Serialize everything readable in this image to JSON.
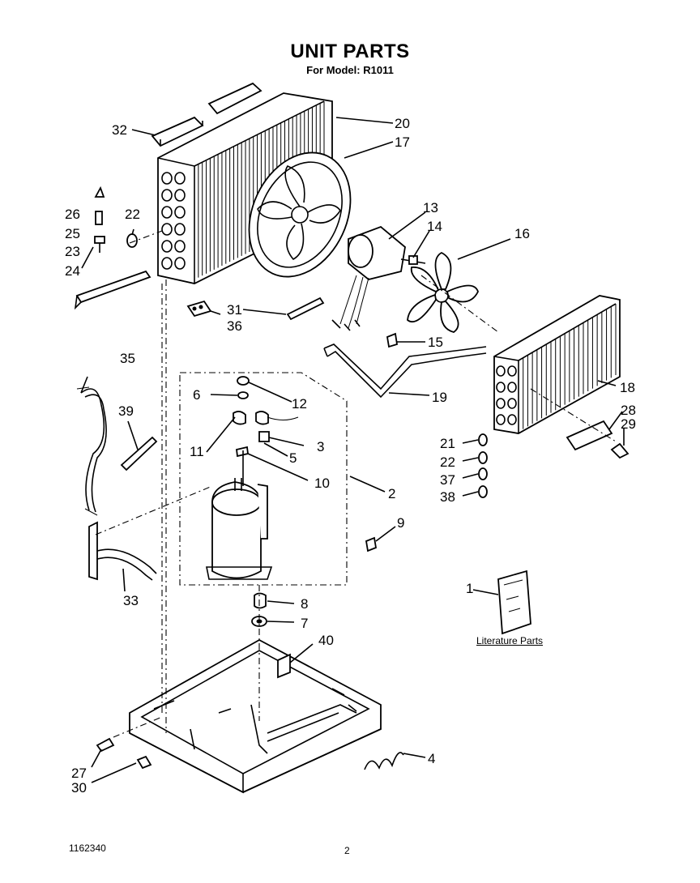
{
  "header": {
    "title": "UNIT PARTS",
    "subtitle": "For Model: R1011"
  },
  "footer": {
    "doc_number": "1162340",
    "page_number": "2"
  },
  "literature_label": "Literature Parts",
  "callouts": [
    {
      "id": "c1",
      "label": "1"
    },
    {
      "id": "c2",
      "label": "2"
    },
    {
      "id": "c3",
      "label": "3"
    },
    {
      "id": "c4",
      "label": "4"
    },
    {
      "id": "c5",
      "label": "5"
    },
    {
      "id": "c6",
      "label": "6"
    },
    {
      "id": "c7",
      "label": "7"
    },
    {
      "id": "c8",
      "label": "8"
    },
    {
      "id": "c9",
      "label": "9"
    },
    {
      "id": "c10",
      "label": "10"
    },
    {
      "id": "c11",
      "label": "11"
    },
    {
      "id": "c12",
      "label": "12"
    },
    {
      "id": "c13",
      "label": "13"
    },
    {
      "id": "c14",
      "label": "14"
    },
    {
      "id": "c15",
      "label": "15"
    },
    {
      "id": "c16",
      "label": "16"
    },
    {
      "id": "c17",
      "label": "17"
    },
    {
      "id": "c18",
      "label": "18"
    },
    {
      "id": "c19",
      "label": "19"
    },
    {
      "id": "c20",
      "label": "20"
    },
    {
      "id": "c21",
      "label": "21"
    },
    {
      "id": "c22a",
      "label": "22"
    },
    {
      "id": "c22b",
      "label": "22"
    },
    {
      "id": "c23",
      "label": "23"
    },
    {
      "id": "c24",
      "label": "24"
    },
    {
      "id": "c25",
      "label": "25"
    },
    {
      "id": "c26",
      "label": "26"
    },
    {
      "id": "c27",
      "label": "27"
    },
    {
      "id": "c28",
      "label": "28"
    },
    {
      "id": "c29",
      "label": "29"
    },
    {
      "id": "c30",
      "label": "30"
    },
    {
      "id": "c31",
      "label": "31"
    },
    {
      "id": "c32",
      "label": "32"
    },
    {
      "id": "c33",
      "label": "33"
    },
    {
      "id": "c35",
      "label": "35"
    },
    {
      "id": "c36",
      "label": "36"
    },
    {
      "id": "c37",
      "label": "37"
    },
    {
      "id": "c38",
      "label": "38"
    },
    {
      "id": "c39",
      "label": "39"
    },
    {
      "id": "c40",
      "label": "40"
    }
  ]
}
